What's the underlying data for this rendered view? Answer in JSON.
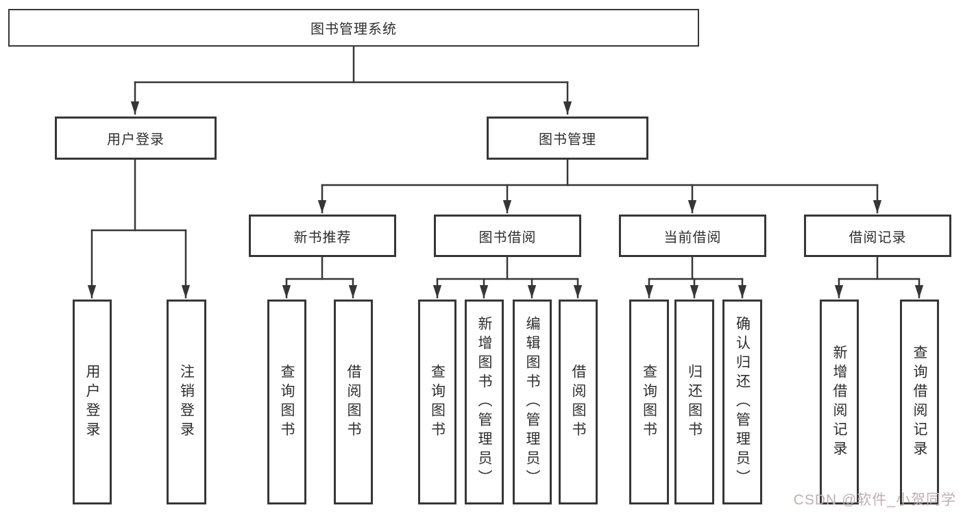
{
  "diagram": {
    "root": "图书管理系统",
    "user_login": {
      "label": "用户登录",
      "children": [
        "用户登录",
        "注销登录"
      ]
    },
    "book_management": {
      "label": "图书管理",
      "sections": {
        "new_book_recommend": {
          "label": "新书推荐",
          "children": [
            "查询图书",
            "借阅图书"
          ]
        },
        "book_borrow": {
          "label": "图书借阅",
          "children": [
            "查询图书",
            "新增图书（管理员）",
            "编辑图书（管理员）",
            "借阅图书"
          ]
        },
        "current_borrow": {
          "label": "当前借阅",
          "children": [
            "查询图书",
            "归还图书",
            "确认归还（管理员）"
          ]
        },
        "borrow_record": {
          "label": "借阅记录",
          "children": [
            "新增借阅记录",
            "查询借阅记录"
          ]
        }
      }
    }
  },
  "watermark": {
    "text": "CSDN @软件_小贺同学",
    "color": "#c0afaf"
  },
  "colors": {
    "line": "#363636",
    "box_border": "#363636",
    "background": "#ffffff",
    "text": "#2e2e2e"
  }
}
